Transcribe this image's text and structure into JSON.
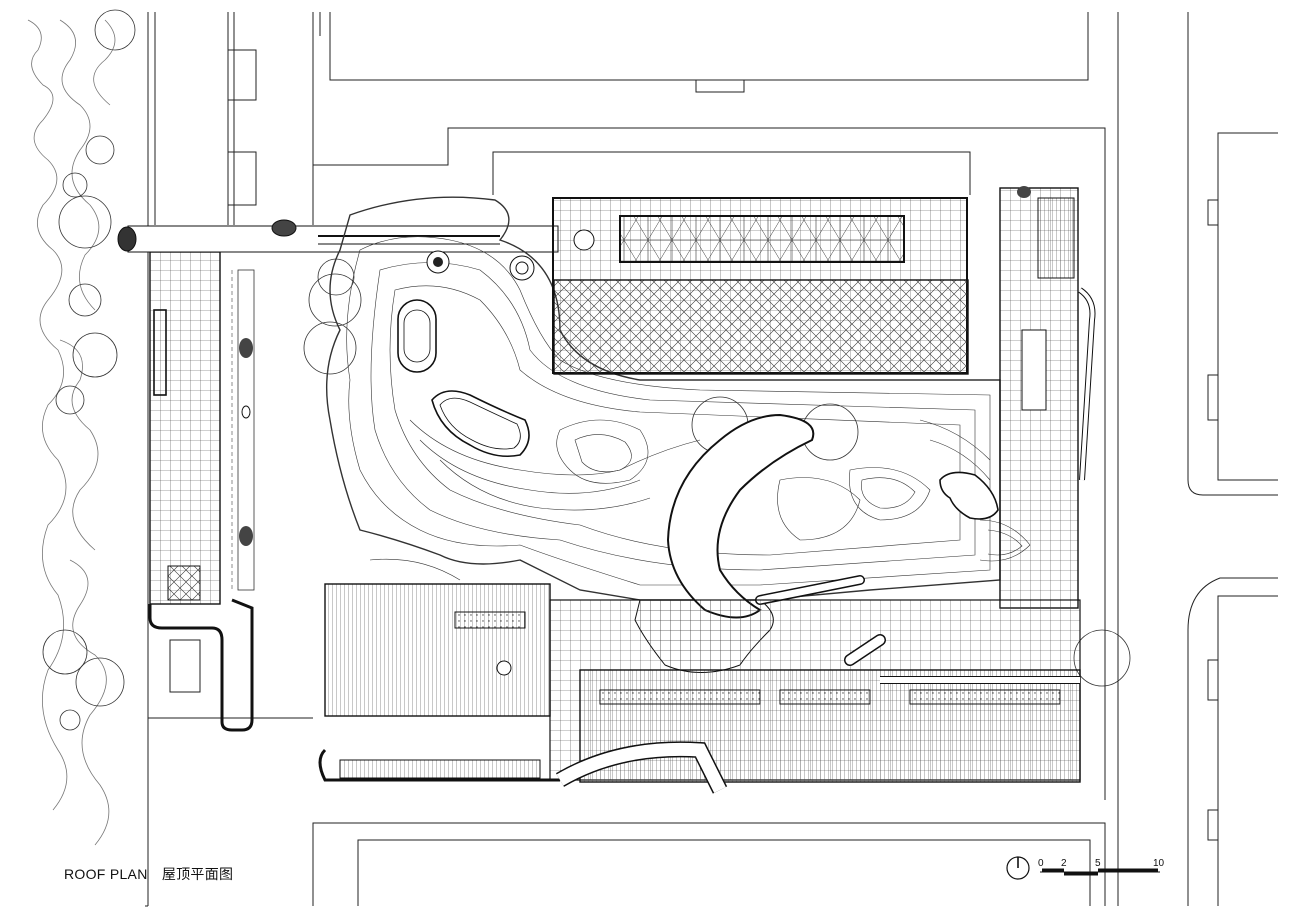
{
  "drawing": {
    "title_en": "ROOF PLAN",
    "title_cn": "屋顶平面图"
  },
  "scale_bar": {
    "ticks": [
      "0",
      "2",
      "5",
      "10"
    ]
  },
  "north_arrow": {
    "icon": "north-arrow-icon"
  },
  "colors": {
    "line": "#1a1a1a",
    "paper": "#ffffff",
    "hatch": "#555555"
  }
}
